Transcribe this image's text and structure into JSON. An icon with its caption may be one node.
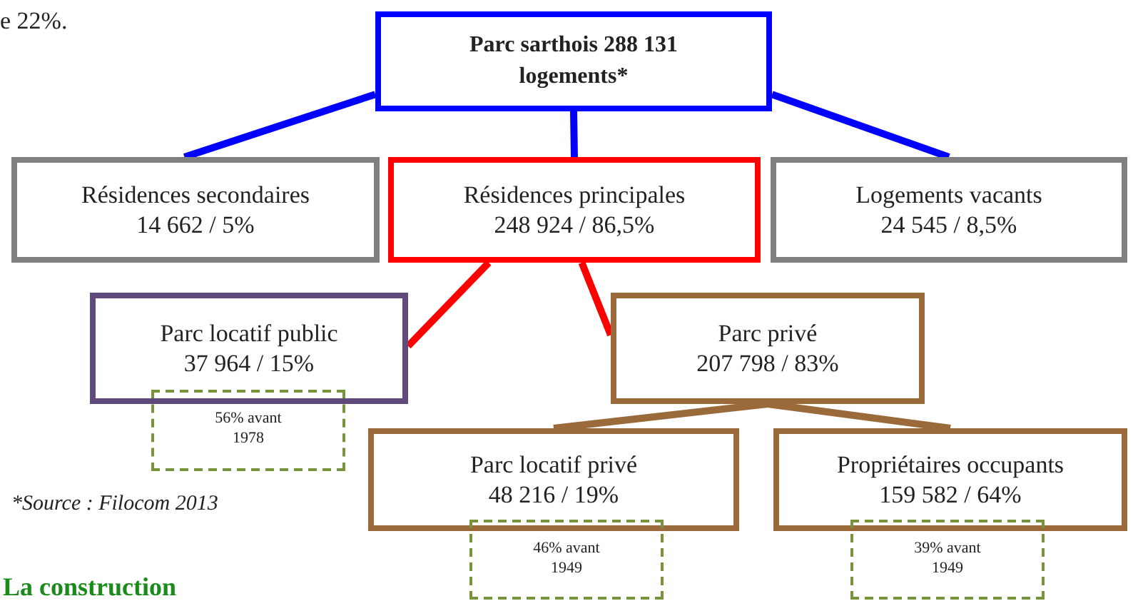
{
  "diagram": {
    "nodes": [
      {
        "text": [
          "Parc sarthois 288 131 logements*"
        ]
      },
      {
        "text": [
          "Résidences secondaires",
          "14 662 / 5%"
        ]
      },
      {
        "text": [
          "Résidences principales",
          "248 924 / 86,5%"
        ]
      },
      {
        "text": [
          "Logements vacants",
          "24 545 / 8,5%"
        ]
      },
      {
        "text": [
          "Parc locatif public",
          "37 964 / 15%"
        ]
      },
      {
        "text": [
          "Parc privé",
          "207 798 / 83%"
        ]
      },
      {
        "text": [
          "56% avant 1978"
        ]
      },
      {
        "text": [
          "Parc locatif privé",
          "48 216 / 19%"
        ]
      },
      {
        "text": [
          "Propriétaires occupants",
          "159 582 / 64%"
        ]
      },
      {
        "text": [
          "46% avant 1949"
        ]
      },
      {
        "text": [
          "39% avant 1949"
        ]
      }
    ],
    "edges": [
      {
        "from": 0,
        "to": 1,
        "arrow": "none",
        "color": "#0000ff"
      },
      {
        "from": 0,
        "to": 2,
        "arrow": "none",
        "color": "#0000ff"
      },
      {
        "from": 0,
        "to": 3,
        "arrow": "none",
        "color": "#0000ff"
      },
      {
        "from": 2,
        "to": 4,
        "arrow": "none",
        "color": "#ff0000"
      },
      {
        "from": 2,
        "to": 5,
        "arrow": "none",
        "color": "#ff0000"
      },
      {
        "from": 5,
        "to": 7,
        "arrow": "none",
        "color": "#9b6a3a"
      },
      {
        "from": 5,
        "to": 8,
        "arrow": "none",
        "color": "#9b6a3a"
      }
    ],
    "labels": [
      "e 22%.",
      "*Source : Filocom 2013",
      "La construction"
    ]
  }
}
